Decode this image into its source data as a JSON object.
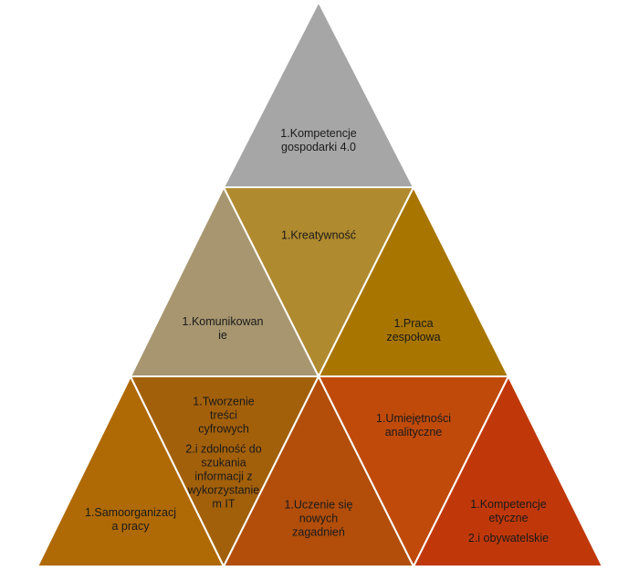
{
  "pyramid": {
    "top": {
      "color": "#a6a6a6",
      "lines": [
        "1.Kompetencje",
        "gospodarki 4.0"
      ]
    },
    "kreatywnosc": {
      "color": "#b08a2e",
      "lines": [
        "1.Kreatywność"
      ]
    },
    "komunikowanie": {
      "color": "#a89670",
      "lines": [
        "1.Komunikowan",
        "ie"
      ]
    },
    "praca_zespolowa": {
      "color": "#a87600",
      "lines": [
        "1.Praca",
        "zespołowa"
      ]
    },
    "tworzenie_tresci": {
      "color": "#a3600a",
      "lines": [
        "1.Tworzenie",
        "treści",
        "cyfrowych"
      ],
      "lines2": [
        "2.i zdolność do",
        "szukania",
        "informacji z",
        "wykorzystanie",
        "m IT"
      ]
    },
    "samoorganizacja": {
      "color": "#b06a05",
      "lines": [
        "1.Samoorganizacj",
        "a pracy"
      ]
    },
    "uczenie": {
      "color": "#b24e0a",
      "lines": [
        "1.Uczenie się",
        "nowych",
        "zagadnień"
      ]
    },
    "umiejetnosci": {
      "color": "#c04a0a",
      "lines": [
        "1.Umiejętności",
        "analityczne"
      ]
    },
    "kompetencje_etyczne": {
      "color": "#c0380a",
      "lines": [
        "1.Kompetencje",
        "etyczne"
      ],
      "lines2": [
        "2.i obywatelskie"
      ]
    }
  }
}
